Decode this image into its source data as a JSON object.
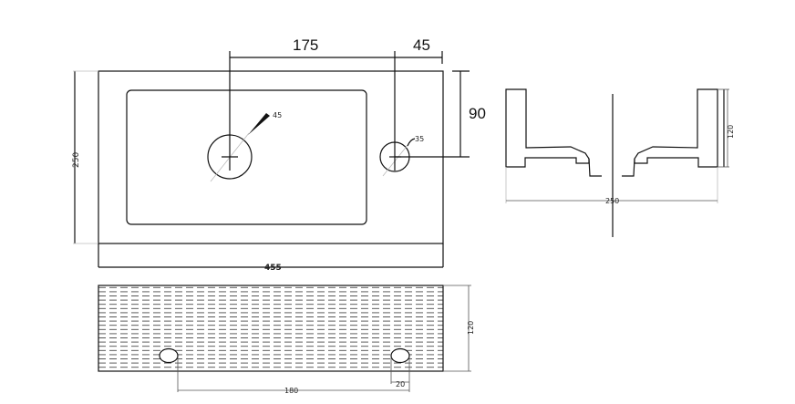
{
  "top_view": {
    "dim_drain_to_tap": "175",
    "dim_tap_to_edge": "45",
    "dim_tap_from_back": "90",
    "dim_depth": "250",
    "dim_width": "455",
    "drain_diameter": "45",
    "tap_hole_diameter": "35"
  },
  "section_view": {
    "dim_depth": "250",
    "dim_height": "120"
  },
  "front_view": {
    "dim_height": "120",
    "dim_hole_spacing": "180",
    "dim_hole_width": "20"
  }
}
